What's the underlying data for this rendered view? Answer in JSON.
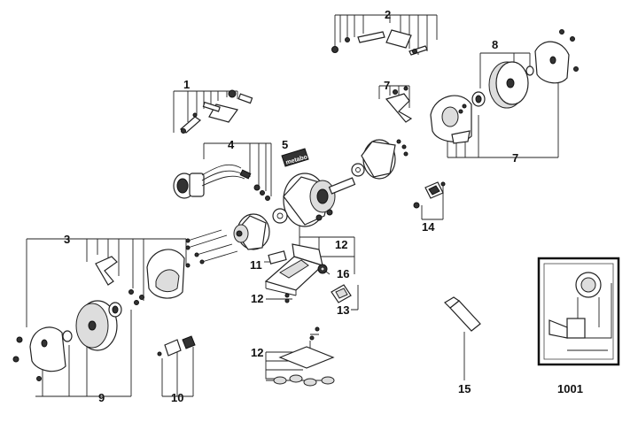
{
  "diagram": {
    "callouts": {
      "c1": "1",
      "c2": "2",
      "c3": "3",
      "c4": "4",
      "c5": "5",
      "c7a": "7",
      "c7b": "7",
      "c8": "8",
      "c9": "9",
      "c10": "10",
      "c11": "11",
      "c12a": "12",
      "c12b": "12",
      "c12c": "12",
      "c13": "13",
      "c14": "14",
      "c15": "15",
      "c16": "16",
      "c1001": "1001"
    },
    "brand_plate_text": "metabo"
  }
}
